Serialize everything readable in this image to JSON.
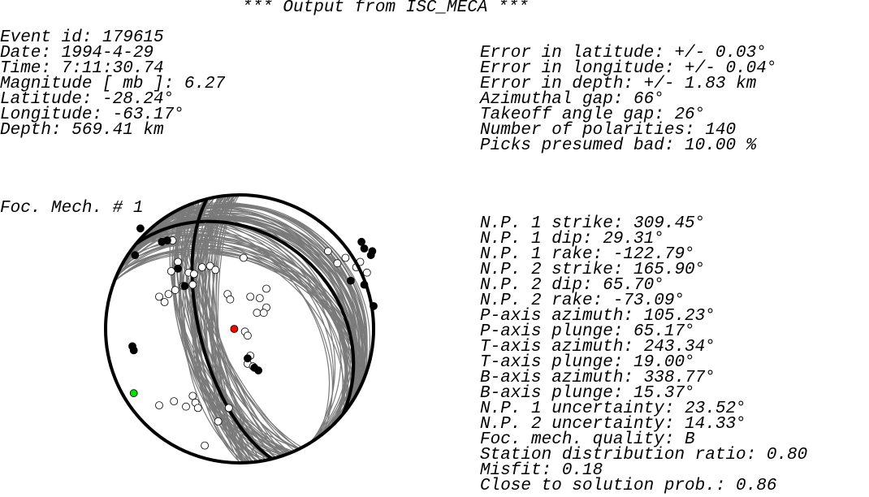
{
  "header": {
    "title": "*** Output from ISC_MECA ***"
  },
  "event": [
    "Event id: 179615",
    "Date: 1994-4-29",
    "Time: 7:11:30.74",
    "Magnitude [ mb ]: 6.27",
    "Latitude: -28.24°",
    "Longitude: -63.17°",
    "Depth: 569.41 km"
  ],
  "errors": [
    "Error in latitude: +/- 0.03°",
    "Error in longitude: +/- 0.04°",
    "Error in depth: +/- 1.83 km",
    "Azimuthal gap: 66°",
    "Takeoff angle gap: 26°",
    "Number of polarities: 140",
    "Picks presumed bad: 10.00 %"
  ],
  "mechanism_label": "Foc. Mech. # 1",
  "mechanism": [
    "N.P. 1 strike: 309.45°",
    "N.P. 1 dip: 29.31°",
    "N.P. 1 rake: -122.79°",
    "N.P. 2 strike: 165.90°",
    "N.P. 2 dip: 65.70°",
    "N.P. 2 rake: -73.09°",
    "P-axis azimuth: 105.23°",
    "P-axis plunge: 65.17°",
    "T-axis azimuth: 243.34°",
    "T-axis plunge: 19.00°",
    "B-axis azimuth: 338.77°",
    "B-axis plunge: 15.37°",
    "N.P. 1 uncertainty: 23.52°",
    "N.P. 2 uncertainty: 14.33°",
    "Foc. mech. quality: B",
    "Station distribution ratio: 0.80",
    "Misfit: 0.18",
    "Close to solution prob.: 0.86"
  ],
  "colors": {
    "plane_fill": "#555555",
    "plane_lines": "#7a7a7a",
    "outline": "#000000",
    "compression": "#000000",
    "dilatation": "#ffffff",
    "p_axis": "#ff0000",
    "t_axis": "#00e000"
  },
  "chart_data": {
    "type": "scatter",
    "projection": "lower hemisphere stereonet",
    "nodal_planes": [
      {
        "strike": 309.45,
        "dip": 29.31,
        "rake": -122.79
      },
      {
        "strike": 165.9,
        "dip": 65.7,
        "rake": -73.09
      }
    ],
    "axes": {
      "P": {
        "azimuth": 105.23,
        "plunge": 65.17
      },
      "T": {
        "azimuth": 243.34,
        "plunge": 19.0
      },
      "B": {
        "azimuth": 338.77,
        "plunge": 15.37
      }
    },
    "compressions": [
      [
        -0.74,
        -0.75
      ],
      [
        -0.78,
        -0.55
      ],
      [
        -0.58,
        -0.65
      ],
      [
        -0.54,
        -0.66
      ],
      [
        -0.41,
        -0.32
      ],
      [
        -0.46,
        -0.45
      ],
      [
        -0.8,
        0.13
      ],
      [
        -0.79,
        0.16
      ],
      [
        0.91,
        -0.65
      ],
      [
        0.93,
        -0.6
      ],
      [
        0.99,
        -0.58
      ],
      [
        0.98,
        -0.55
      ],
      [
        0.93,
        -0.33
      ],
      [
        0.83,
        -0.36
      ],
      [
        1.0,
        -0.17
      ],
      [
        0.06,
        0.22
      ],
      [
        0.11,
        0.29
      ],
      [
        0.14,
        0.31
      ]
    ],
    "dilatations": [
      [
        -0.5,
        -0.66
      ],
      [
        -0.46,
        -0.5
      ],
      [
        -0.51,
        -0.43
      ],
      [
        -0.38,
        -0.42
      ],
      [
        -0.34,
        -0.41
      ],
      [
        -0.28,
        -0.46
      ],
      [
        -0.42,
        -0.32
      ],
      [
        -0.35,
        -0.33
      ],
      [
        -0.53,
        -0.26
      ],
      [
        -0.48,
        -0.29
      ],
      [
        -0.6,
        -0.24
      ],
      [
        -0.56,
        -0.2
      ],
      [
        -0.22,
        -0.47
      ],
      [
        -0.18,
        -0.44
      ],
      [
        0.03,
        -0.53
      ],
      [
        -0.09,
        -0.26
      ],
      [
        -0.07,
        -0.22
      ],
      [
        0.08,
        -0.24
      ],
      [
        0.15,
        -0.23
      ],
      [
        0.2,
        -0.16
      ],
      [
        0.13,
        -0.12
      ],
      [
        0.18,
        -0.12
      ],
      [
        0.2,
        -0.3
      ],
      [
        0.04,
        0.02
      ],
      [
        0.06,
        0.05
      ],
      [
        0.08,
        0.2
      ],
      [
        0.06,
        0.26
      ],
      [
        0.1,
        0.28
      ],
      [
        -0.6,
        0.57
      ],
      [
        -0.49,
        0.54
      ],
      [
        -0.4,
        0.58
      ],
      [
        -0.35,
        0.5
      ],
      [
        -0.33,
        0.55
      ],
      [
        -0.31,
        0.59
      ],
      [
        -0.16,
        0.69
      ],
      [
        -0.08,
        0.59
      ],
      [
        0.66,
        -0.58
      ],
      [
        0.73,
        -0.49
      ],
      [
        0.79,
        -0.53
      ],
      [
        0.87,
        -0.46
      ],
      [
        0.9,
        -0.5
      ],
      [
        0.95,
        -0.42
      ],
      [
        -0.26,
        0.87
      ]
    ],
    "p_axis_point": [
      -0.04,
      0.0
    ],
    "t_axis_point": [
      -0.79,
      0.48
    ]
  }
}
